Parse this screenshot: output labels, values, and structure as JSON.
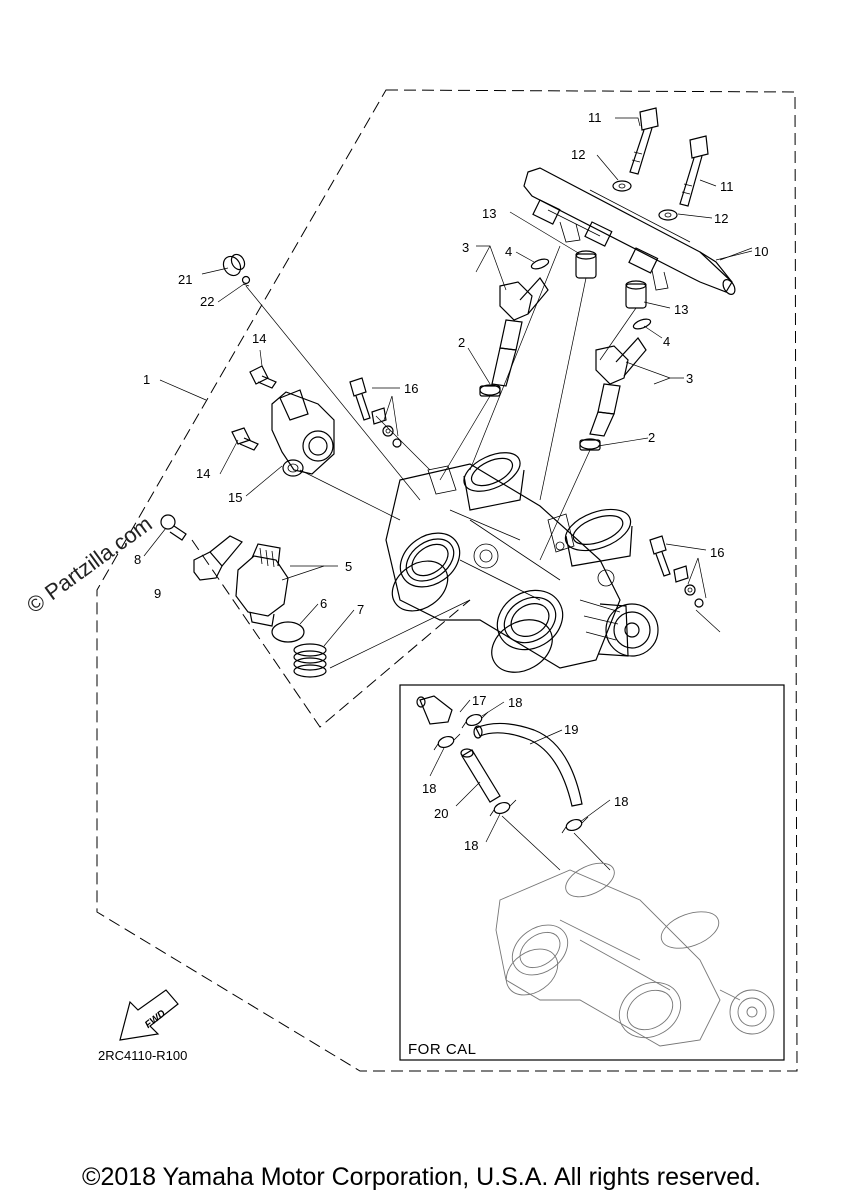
{
  "diagram": {
    "watermark": "© Partzilla.com",
    "diagram_code": "2RC4110-R100",
    "fwd_label": "FWD",
    "inset_label": "FOR CAL",
    "copyright": "©2018 Yamaha Motor Corporation, U.S.A. All rights reserved.",
    "callouts": {
      "c1": "1",
      "c2a": "2",
      "c2b": "2",
      "c3a": "3",
      "c3b": "3",
      "c4a": "4",
      "c4b": "4",
      "c5": "5",
      "c6": "6",
      "c7": "7",
      "c8": "8",
      "c9": "9",
      "c10": "10",
      "c11a": "11",
      "c11b": "11",
      "c12a": "12",
      "c12b": "12",
      "c13a": "13",
      "c13b": "13",
      "c14a": "14",
      "c14b": "14",
      "c15": "15",
      "c16a": "16",
      "c16b": "16",
      "c17": "17",
      "c18a": "18",
      "c18b": "18",
      "c18c": "18",
      "c18d": "18",
      "c19": "19",
      "c20": "20",
      "c21": "21",
      "c22": "22"
    }
  }
}
